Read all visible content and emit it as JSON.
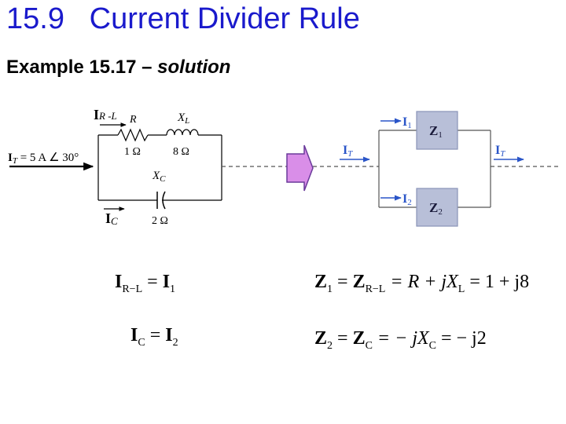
{
  "slide": {
    "title": "15.9   Current Divider Rule",
    "subtitle_main": "Example 15.17 – ",
    "subtitle_italic": "solution"
  },
  "circuit_left": {
    "source_label": "I",
    "source_sub": "T",
    "source_value": " = 5 A ∠ 30°",
    "irl_main": "I",
    "irl_sub": "R -L",
    "r_symbol": "R",
    "r_value": "1 Ω",
    "xl_symbol": "X",
    "xl_sub": "L",
    "xl_value": "8 Ω",
    "xc_symbol": "X",
    "xc_sub": "C",
    "xc_value": "2 Ω",
    "ic_main": "I",
    "ic_sub": "C"
  },
  "circuit_right": {
    "i1_main": "I",
    "i1_sub": "1",
    "i2_main": "I",
    "i2_sub": "2",
    "it_left_main": "I",
    "it_left_sub": "T",
    "it_right_main": "I",
    "it_right_sub": "T",
    "z1_main": "Z",
    "z1_sub": "1",
    "z2_main": "Z",
    "z2_sub": "2"
  },
  "equations": {
    "eq1_lhs": "I",
    "eq1_lhs_sub": "R−L",
    "eq1_mid": " = ",
    "eq1_rhs": "I",
    "eq1_rhs_sub": "1",
    "eq2_lhs": "I",
    "eq2_lhs_sub": "C",
    "eq2_mid": " = ",
    "eq2_rhs": "I",
    "eq2_rhs_sub": "2",
    "eq3_z": "Z",
    "eq3_z_sub": "1",
    "eq3_eq": " = ",
    "eq3_zrl": "Z",
    "eq3_zrl_sub": "R−L",
    "eq3_rest": " = R + jX",
    "eq3_xl_sub": "L",
    "eq3_tail": " = 1 + j8",
    "eq4_z": "Z",
    "eq4_z_sub": "2",
    "eq4_eq": " = ",
    "eq4_zc": "Z",
    "eq4_zc_sub": "C",
    "eq4_rest": " = − jX",
    "eq4_xc_sub": "C",
    "eq4_tail": " = − j2"
  },
  "colors": {
    "title": "#1a1acc",
    "arrow_blue": "#2a55c8",
    "box_fill": "#b8bfd8",
    "box_border": "#8a94b8",
    "big_arrow_fill": "#d98ee8",
    "big_arrow_stroke": "#6a3a9a"
  }
}
